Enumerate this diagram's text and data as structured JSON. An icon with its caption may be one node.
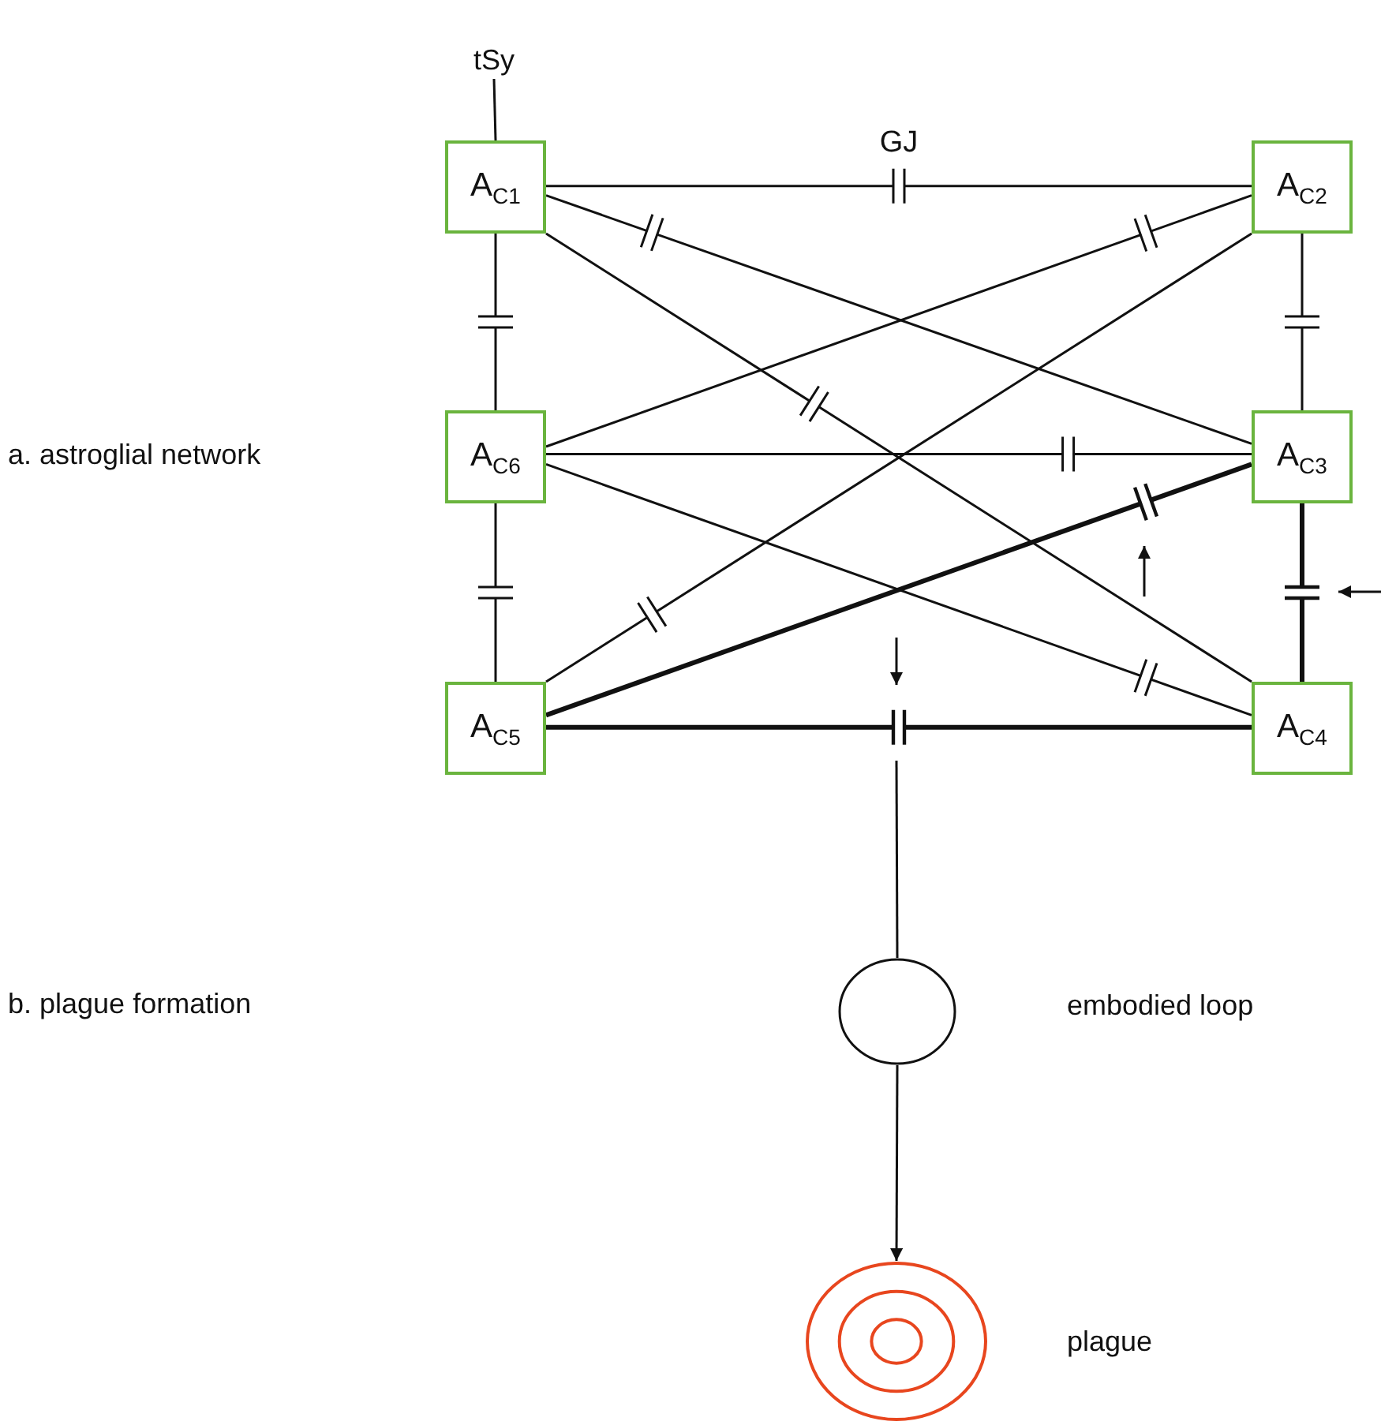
{
  "diagram": {
    "nodes": [
      {
        "text": [
          "tSy"
        ]
      },
      {
        "text": [
          "A$_{C1}$"
        ]
      },
      {
        "text": [
          "A$_{C2}$"
        ]
      },
      {
        "text": [
          "A$_{C6}$"
        ]
      },
      {
        "text": [
          "A$_{C3}$"
        ]
      },
      {
        "text": [
          "A$_{C5}$"
        ]
      },
      {
        "text": [
          "A$_{C4}$"
        ]
      },
      {
        "text": [],
        "shape": "circle",
        "beside": [
          "embodied loop"
        ]
      },
      {
        "text": [],
        "shape": "circle",
        "beside": [
          "plague"
        ]
      }
    ],
    "edges": [
      {
        "from": 1,
        "to": 2,
        "arrow": "none",
        "label": "GJ"
      },
      {
        "from": 1,
        "to": 4,
        "arrow": "none"
      },
      {
        "from": 1,
        "to": 6,
        "arrow": "none"
      },
      {
        "from": 1,
        "to": 3,
        "arrow": "none"
      },
      {
        "from": 2,
        "to": 3,
        "arrow": "none"
      },
      {
        "from": 2,
        "to": 5,
        "arrow": "none"
      },
      {
        "from": 2,
        "to": 4,
        "arrow": "none"
      },
      {
        "from": 3,
        "to": 4,
        "arrow": "none"
      },
      {
        "from": 3,
        "to": 6,
        "arrow": "none"
      },
      {
        "from": 3,
        "to": 5,
        "arrow": "none"
      },
      {
        "from": 5,
        "to": 4,
        "arrow": "none",
        "style": "thick"
      },
      {
        "from": 5,
        "to": 6,
        "arrow": "none",
        "style": "thick"
      },
      {
        "from": 4,
        "to": 6,
        "arrow": "none",
        "style": "thick"
      },
      {
        "from": 0,
        "to": 1,
        "arrow": "none"
      },
      {
        "from": null,
        "to": 7,
        "arrow": "none"
      },
      {
        "from": 7,
        "to": 8,
        "arrow": "to"
      }
    ],
    "labels": [
      "a. astroglial network",
      "b. plague formation"
    ]
  }
}
